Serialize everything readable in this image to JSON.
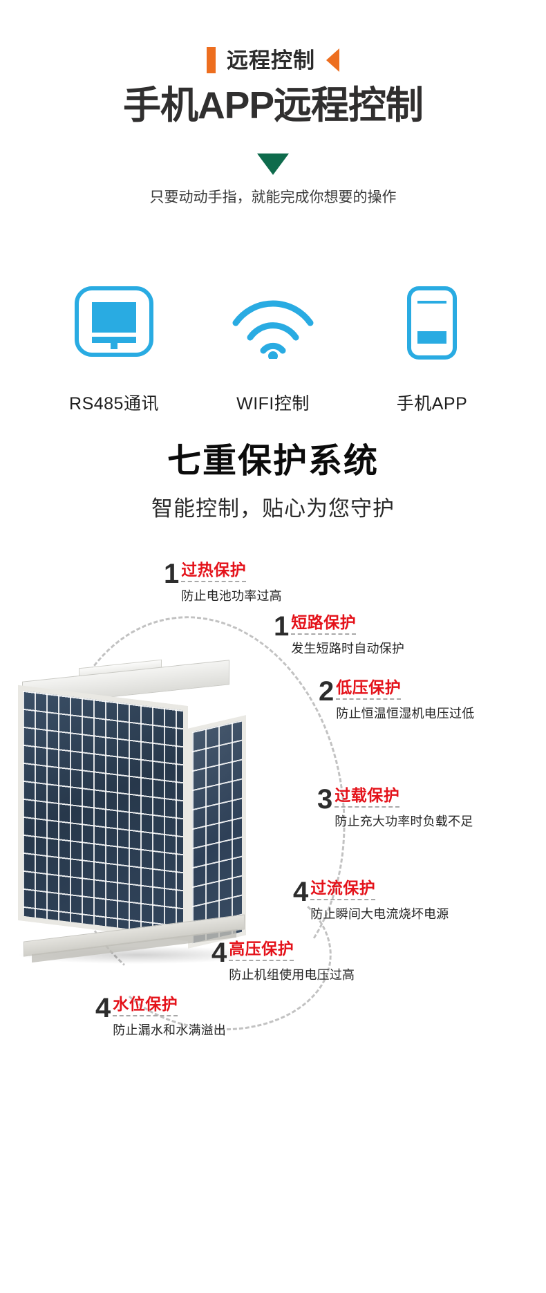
{
  "colors": {
    "accent_orange": "#ED6E1F",
    "accent_green": "#0E6B4C",
    "accent_blue": "#29ABE2",
    "accent_red": "#E4121A",
    "text_dark": "#2B2B2B",
    "dash_gray": "#A8A8A8"
  },
  "remote_section": {
    "eyebrow": "远程控制",
    "title": "手机APP远程控制",
    "subtitle": "只要动动手指，就能完成你想要的操作",
    "features": [
      {
        "icon": "monitor-icon",
        "label": "RS485通讯"
      },
      {
        "icon": "wifi-icon",
        "label": "WIFI控制"
      },
      {
        "icon": "smartphone-icon",
        "label": "手机APP"
      }
    ]
  },
  "protection_section": {
    "title": "七重保护系统",
    "subtitle": "智能控制，贴心为您守护",
    "callouts": [
      {
        "num": "1",
        "title": "过热保护",
        "desc": "防止电池功率过高"
      },
      {
        "num": "1",
        "title": "短路保护",
        "desc": "发生短路时自动保护"
      },
      {
        "num": "2",
        "title": "低压保护",
        "desc": "防止恒温恒湿机电压过低"
      },
      {
        "num": "3",
        "title": "过载保护",
        "desc": "防止充大功率时负载不足"
      },
      {
        "num": "4",
        "title": "过流保护",
        "desc": "防止瞬间大电流烧坏电源"
      },
      {
        "num": "4",
        "title": "高压保护",
        "desc": "防止机组使用电压过高"
      },
      {
        "num": "4",
        "title": "水位保护",
        "desc": "防止漏水和水满溢出"
      }
    ]
  }
}
